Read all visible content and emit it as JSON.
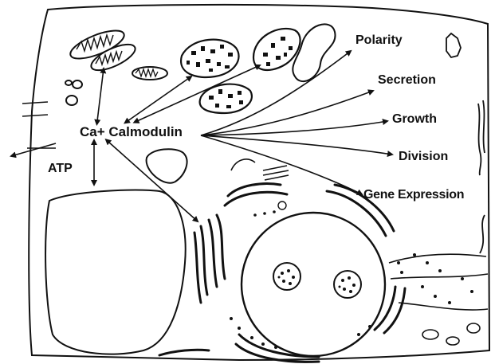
{
  "labels": {
    "center": "Ca+ Calmodulin",
    "atp": "ATP",
    "polarity": "Polarity",
    "secretion": "Secretion",
    "growth": "Growth",
    "division": "Division",
    "gene_expression": "Gene Expression"
  },
  "colors": {
    "ink": "#111111",
    "paper": "#ffffff"
  }
}
